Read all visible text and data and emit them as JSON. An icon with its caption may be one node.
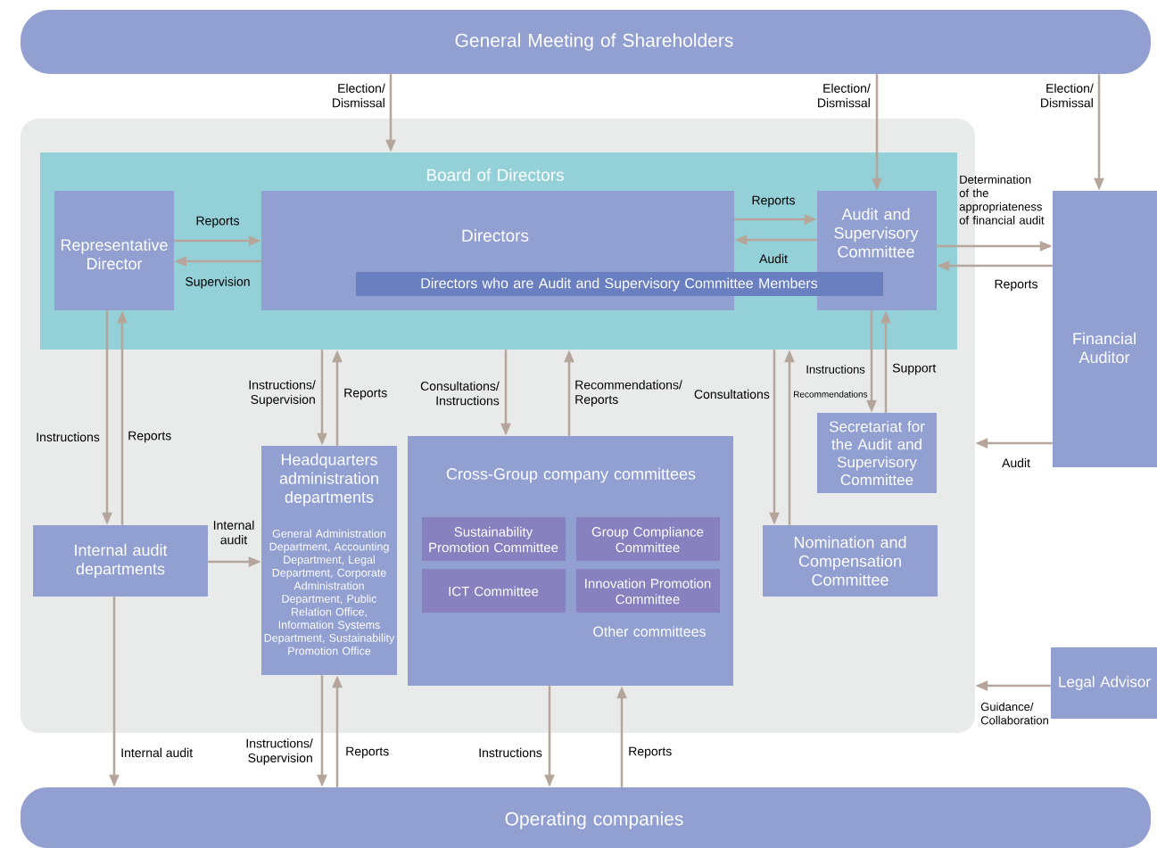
{
  "diagram": {
    "nodes": [
      {
        "text": [
          "General Meeting of Shareholders"
        ]
      },
      {
        "text": [],
        "shape": "box"
      },
      {
        "text": [
          "Board of Directors"
        ],
        "in": 1
      },
      {
        "text": [
          "Representative Director"
        ],
        "in": 2
      },
      {
        "text": [
          "Directors"
        ],
        "in": 2
      },
      {
        "text": [
          "Directors who are Audit and Supervisory Committee Members"
        ],
        "in": 2
      },
      {
        "text": [
          "Audit and Supervisory Committee"
        ],
        "in": 2
      },
      {
        "text": [
          "Financial Auditor"
        ]
      },
      {
        "text": [
          "Internal audit departments"
        ],
        "in": 1
      },
      {
        "text": [
          "Headquarters administration departments",
          "General Administration Department, Accounting Department, Legal Department, Corporate Administration Department, Public Relation Office, Information Systems Department, Sustainability Promotion Office"
        ],
        "in": 1
      },
      {
        "text": [
          "Cross-Group company committees",
          "Other committees"
        ],
        "in": 1
      },
      {
        "text": [
          "Sustainability Promotion Committee"
        ],
        "in": 10
      },
      {
        "text": [
          "Group Compliance Committee"
        ],
        "in": 10
      },
      {
        "text": [
          "ICT Committee"
        ],
        "in": 10
      },
      {
        "text": [
          "Innovation Promotion Committee"
        ],
        "in": 10
      },
      {
        "text": [
          "Secretariat for the Audit and Supervisory Committee"
        ],
        "in": 1
      },
      {
        "text": [
          "Nomination and Compensation Committee"
        ],
        "in": 1
      },
      {
        "text": [
          "Legal Advisor"
        ]
      },
      {
        "text": [
          "Operating companies"
        ]
      }
    ],
    "edges": [
      {
        "from": 0,
        "to": 2,
        "arrow": "to",
        "label": "Election/ Dismissal"
      },
      {
        "from": 0,
        "to": 6,
        "arrow": "to",
        "label": "Election/ Dismissal"
      },
      {
        "from": 0,
        "to": 7,
        "arrow": "to",
        "label": "Election/ Dismissal"
      },
      {
        "from": 3,
        "to": 4,
        "arrow": "to",
        "label": "Reports"
      },
      {
        "from": 4,
        "to": 3,
        "arrow": "to",
        "label": "Supervision"
      },
      {
        "from": 4,
        "to": 6,
        "arrow": "to",
        "label": "Reports"
      },
      {
        "from": 6,
        "to": 4,
        "arrow": "to",
        "label": "Audit"
      },
      {
        "from": 6,
        "to": 7,
        "arrow": "to",
        "label": "Determination of the appropriateness of financial audit"
      },
      {
        "from": 7,
        "to": 6,
        "arrow": "to",
        "label": "Reports"
      },
      {
        "from": 7,
        "to": 1,
        "arrow": "to",
        "label": "Audit"
      },
      {
        "from": 3,
        "to": 8,
        "arrow": "to",
        "label": "Instructions"
      },
      {
        "from": 8,
        "to": 3,
        "arrow": "to",
        "label": "Reports"
      },
      {
        "from": 2,
        "to": 9,
        "arrow": "to",
        "label": "Instructions/ Supervision"
      },
      {
        "from": 9,
        "to": 2,
        "arrow": "to",
        "label": "Reports"
      },
      {
        "from": 2,
        "to": 10,
        "arrow": "to",
        "label": "Consultations/ Instructions"
      },
      {
        "from": 10,
        "to": 2,
        "arrow": "to",
        "label": "Recommendations/ Reports"
      },
      {
        "from": 2,
        "to": 16,
        "arrow": "to",
        "label": "Consultations"
      },
      {
        "from": 16,
        "to": 2,
        "arrow": "to",
        "label": "Recommendations"
      },
      {
        "from": 6,
        "to": 15,
        "arrow": "to",
        "label": "Instructions"
      },
      {
        "from": 15,
        "to": 6,
        "arrow": "to",
        "label": "Support"
      },
      {
        "from": 8,
        "to": 9,
        "arrow": "to",
        "label": "Internal audit"
      },
      {
        "from": 8,
        "to": 18,
        "arrow": "to",
        "label": "Internal audit"
      },
      {
        "from": 9,
        "to": 18,
        "arrow": "to",
        "label": "Instructions/ Supervision"
      },
      {
        "from": 18,
        "to": 9,
        "arrow": "to",
        "label": "Reports"
      },
      {
        "from": 10,
        "to": 18,
        "arrow": "to",
        "label": "Instructions"
      },
      {
        "from": 18,
        "to": 10,
        "arrow": "to",
        "label": "Reports"
      },
      {
        "from": 17,
        "to": 1,
        "arrow": "to",
        "label": "Guidance/ Collaboration"
      }
    ]
  }
}
